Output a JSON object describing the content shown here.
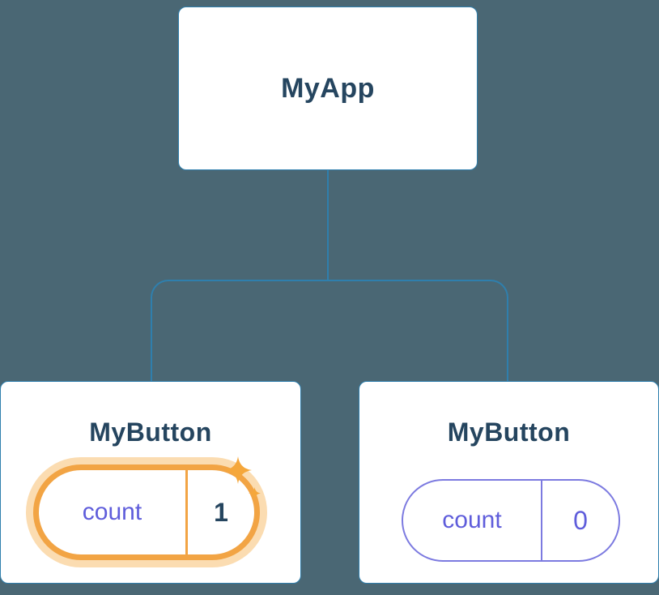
{
  "tree": {
    "root": {
      "label": "MyApp"
    },
    "children": [
      {
        "label": "MyButton",
        "state": {
          "key": "count",
          "value": "1",
          "highlighted": true
        }
      },
      {
        "label": "MyButton",
        "state": {
          "key": "count",
          "value": "0",
          "highlighted": false
        }
      }
    ]
  },
  "icons": {
    "sparkle": "four-point-star"
  },
  "colors": {
    "background": "#4a6774",
    "card-bg": "#ffffff",
    "card-border": "#2f7fad",
    "connector": "#2f7fad",
    "text-navy": "#25455f",
    "purple": "#5f5ddb",
    "purple-border": "#7c7ae0",
    "orange": "#f2a444",
    "orange-glow": "#f7ba6480",
    "sparkle": "#f5a73b"
  }
}
